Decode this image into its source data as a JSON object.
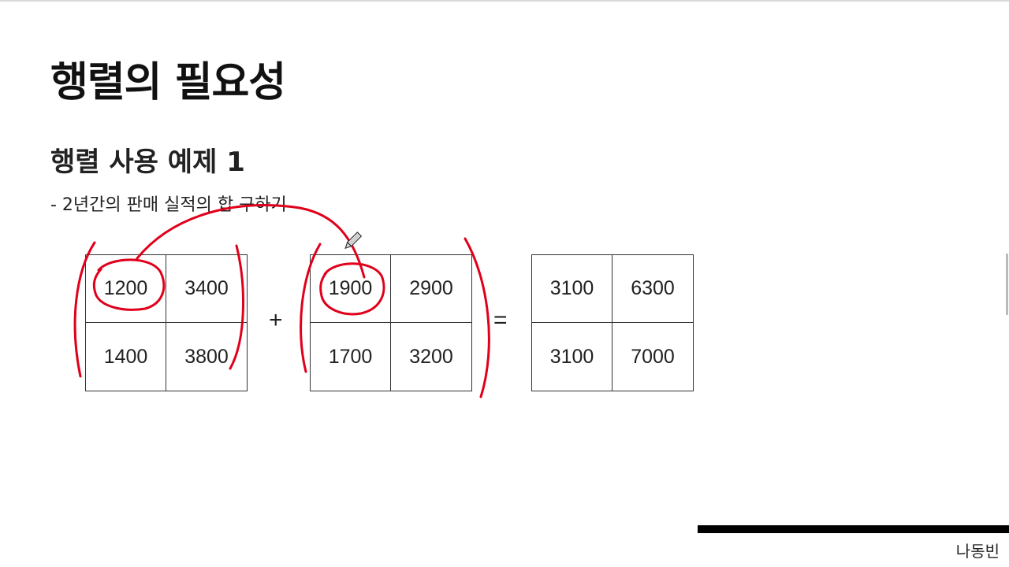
{
  "slide": {
    "title": "행렬의 필요성",
    "subtitle": "행렬 사용 예제 1",
    "description": "- 2년간의 판매 실적의 합 구하기",
    "author": "나동빈"
  },
  "matrices": {
    "a": [
      "1200",
      "3400",
      "1400",
      "3800"
    ],
    "b": [
      "1900",
      "2900",
      "1700",
      "3200"
    ],
    "c": [
      "3100",
      "6300",
      "3100",
      "7000"
    ]
  },
  "operators": {
    "plus": "+",
    "equals": "="
  },
  "colors": {
    "annotation": "#e0001b",
    "text": "#222222"
  },
  "icons": [
    "pencil-cursor-icon"
  ]
}
